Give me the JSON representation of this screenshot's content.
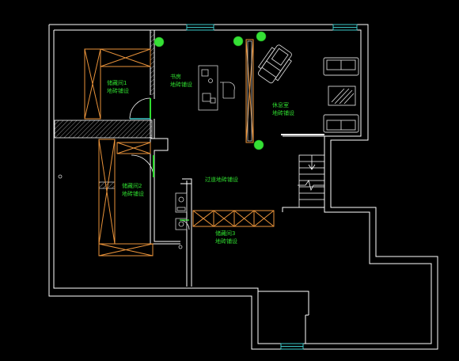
{
  "colors": {
    "background": "#000000",
    "wall": "#ffffff",
    "cabinet": "#e8923a",
    "label": "#2fdc2f",
    "plant": "#35e035",
    "window": "#3cc8c8",
    "furniture": "#d0d0d0"
  },
  "rooms": {
    "storage1": {
      "name": "储藏间1",
      "floor": "地砖铺设"
    },
    "storage2": {
      "name": "储藏间2",
      "floor": "地砖铺设"
    },
    "storage3": {
      "name": "储藏间3",
      "floor": "地砖铺设"
    },
    "study": {
      "name": "书房",
      "floor": "地砖铺设"
    },
    "lounge": {
      "name": "休息室",
      "floor": "地砖铺设"
    },
    "corridor": {
      "text": "过道地砖铺设"
    }
  },
  "icons": [
    "plant-icon",
    "sofa-icon",
    "lounge-chair-icon",
    "desk-icon",
    "stair-icon",
    "door-icon",
    "window-icon"
  ]
}
